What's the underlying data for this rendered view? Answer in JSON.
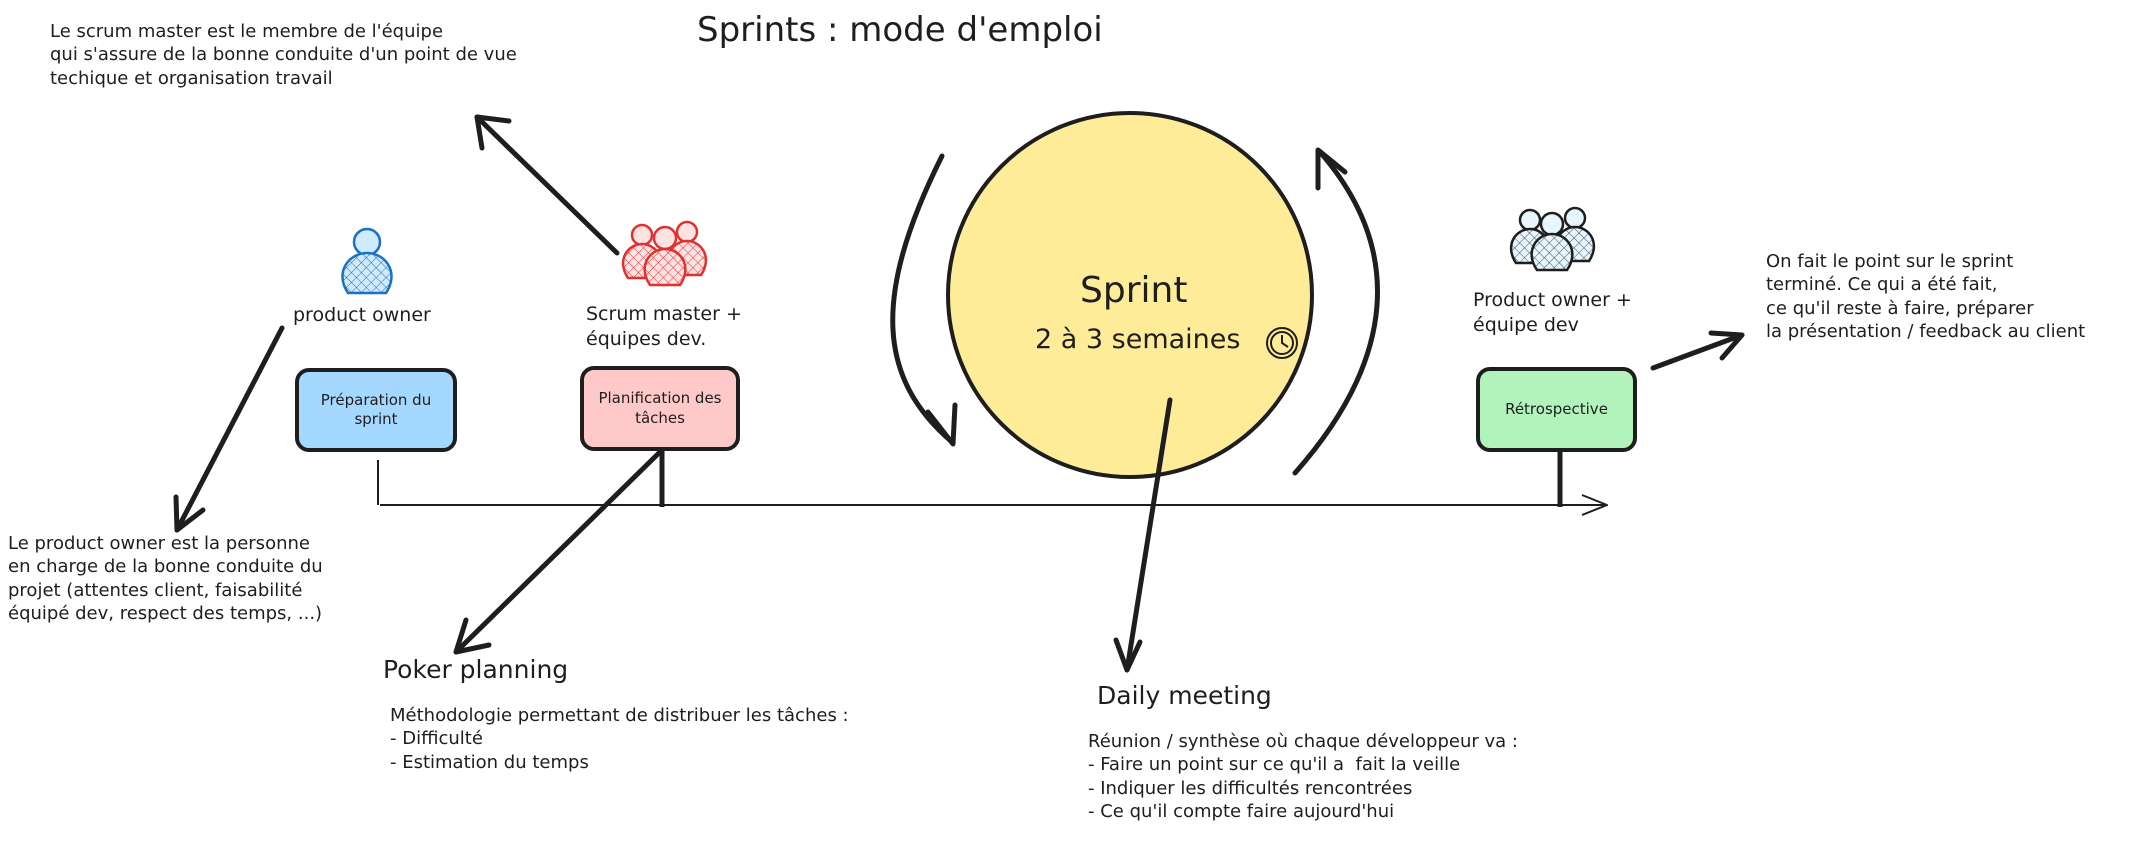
{
  "title": "Sprints : mode d'emploi",
  "notes": {
    "scrum_master": "Le scrum master est le membre de l'équipe\nqui s'assure de la bonne conduite d'un point de vue\ntechique et organisation travail",
    "product_owner": "Le product owner est la personne\nen charge de la bonne conduite du\nprojet (attentes client, faisabilité\néquipé dev, respect des temps, ...)",
    "retro": "On fait le point sur le sprint\nterminé. Ce qui a été fait,\nce qu'il reste à faire, préparer\nla présentation / feedback au client"
  },
  "roles": {
    "product_owner": "product owner",
    "scrum_team": "Scrum master +\néquipes dev.",
    "po_team": "Product owner +\néquipe dev"
  },
  "boxes": {
    "preparation": "Préparation du sprint",
    "planification": "Planification des tâches",
    "retrospective": "Rétrospective"
  },
  "sprint": {
    "title": "Sprint",
    "duration": "2 à 3 semaines"
  },
  "poker": {
    "heading": "Poker planning",
    "body": "Méthodologie permettant de distribuer les tâches :\n- Difficulté\n- Estimation du temps"
  },
  "daily": {
    "heading": "Daily meeting",
    "body": "Réunion / synthèse où chaque développeur va :\n- Faire un point sur ce qu'il a  fait la veille\n- Indiquer les difficultés rencontrées\n- Ce qu'il compte faire aujourd'hui"
  },
  "colors": {
    "stroke": "#1e1e1e",
    "po_icon": "#1971c2",
    "po_fill": "#d0ebff",
    "scrum_icon": "#e03131",
    "scrum_fill": "#ffe3e3",
    "team_fill": "#e7f5ff",
    "preparation_fill": "#a5d8ff",
    "planification_fill": "#ffc9c9",
    "retrospective_fill": "#b2f2bb",
    "sprint_fill": "#ffec99"
  },
  "icons": {
    "product_owner": "person-icon",
    "scrum_team": "team-icon",
    "po_team": "team-icon",
    "clock": "clock-icon"
  }
}
